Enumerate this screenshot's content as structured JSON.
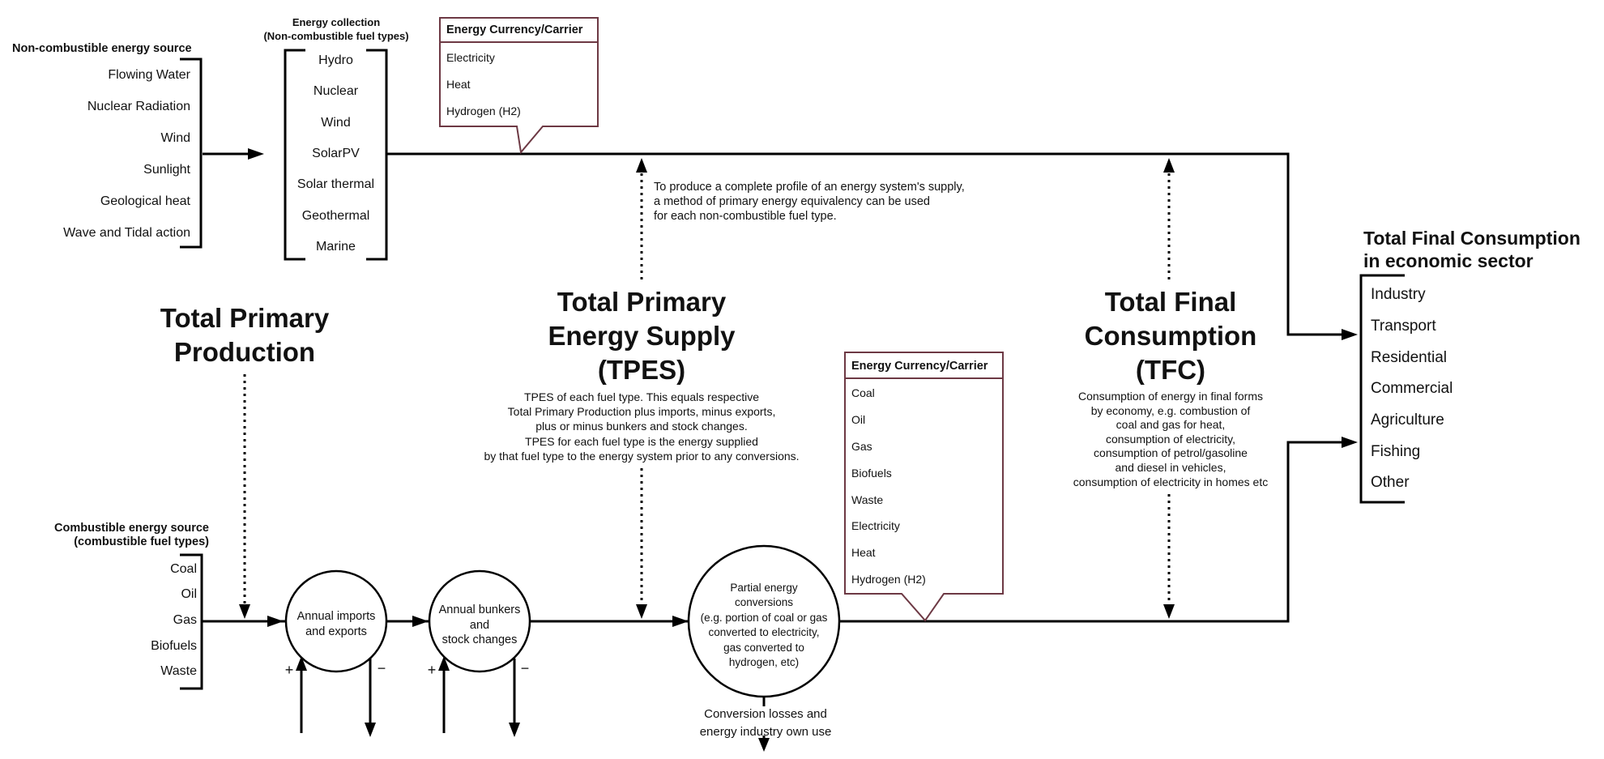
{
  "colors": {
    "callout_border": "#6d3944",
    "line": "#000000"
  },
  "non_combustible": {
    "title": "Non-combustible energy source",
    "items": [
      "Flowing Water",
      "Nuclear Radiation",
      "Wind",
      "Sunlight",
      "Geological heat",
      "Wave and Tidal action"
    ]
  },
  "energy_collection": {
    "title": "Energy collection\n(Non-combustible fuel types)",
    "items": [
      "Hydro",
      "Nuclear",
      "Wind",
      "SolarPV",
      "Solar thermal",
      "Geothermal",
      "Marine"
    ]
  },
  "carrier_top": {
    "title": "Energy Currency/Carrier",
    "items": [
      "Electricity",
      "Heat",
      "Hydrogen (H2)"
    ]
  },
  "carrier_mid": {
    "title": "Energy Currency/Carrier",
    "items": [
      "Coal",
      "Oil",
      "Gas",
      "Biofuels",
      "Waste",
      "Electricity",
      "Heat",
      "Hydrogen (H2)"
    ]
  },
  "equivalency_note": "To produce a complete profile of an energy system's supply,\na method of primary energy equivalency can be used\nfor each non-combustible fuel type.",
  "tpp_heading": "Total Primary\nProduction",
  "tpes_heading": "Total Primary\nEnergy Supply\n(TPES)",
  "tpes_description": "TPES of each fuel type. This equals respective\nTotal Primary Production plus imports, minus exports,\nplus or minus bunkers and stock changes.\nTPES for each fuel type is the energy supplied\nby that fuel type to the energy system prior to any conversions.",
  "tfc_heading": "Total Final\nConsumption\n(TFC)",
  "tfc_description": "Consumption of energy in final forms\nby economy, e.g. combustion of\ncoal and gas for heat,\nconsumption of electricity,\nconsumption of petrol/gasoline\nand diesel in vehicles,\nconsumption of electricity in homes etc",
  "sector": {
    "title": "Total Final Consumption\nin economic sector",
    "items": [
      "Industry",
      "Transport",
      "Residential",
      "Commercial",
      "Agriculture",
      "Fishing",
      "Other"
    ]
  },
  "combustible": {
    "title": "Combustible energy source\n(combustible fuel types)",
    "items": [
      "Coal",
      "Oil",
      "Gas",
      "Biofuels",
      "Waste"
    ]
  },
  "circles": {
    "imports": "Annual imports\nand exports",
    "bunkers": "Annual bunkers\nand\nstock changes",
    "conversions": "Partial energy\nconversions\n(e.g. portion of coal or gas\nconverted to electricity,\ngas converted to\nhydrogen, etc)"
  },
  "conversion_losses": "Conversion losses and\nenergy industry own use",
  "signs": {
    "plus": "+",
    "minus": "−"
  }
}
